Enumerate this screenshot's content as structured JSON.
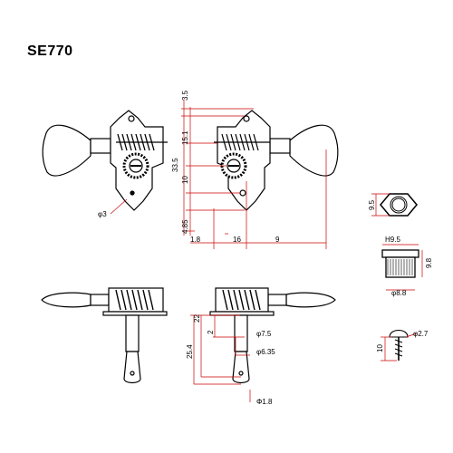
{
  "title": "SE770",
  "dims": {
    "top_3_5": "3.5",
    "top_15_1": "15.1",
    "top_33_5": "33.5",
    "top_10": "10",
    "top_4_85": "4.85",
    "left_d3": "φ3",
    "bottom_1_8": "1.8",
    "bottom_16": "16",
    "bottom_9": "9",
    "bush_9_5": "9.5",
    "bush_h9_5": "H9.5",
    "bush_9_8": "9.8",
    "bush_d8_8": "φ8.8",
    "shaft_25_4": "25.4",
    "shaft_22": "22",
    "shaft_2": "2",
    "shaft_d7_5": "φ7.5",
    "shaft_d6_35": "φ6.35",
    "shaft_d1_8": "Φ1.8",
    "screw_10": "10",
    "screw_d2_7": "φ2.7"
  }
}
